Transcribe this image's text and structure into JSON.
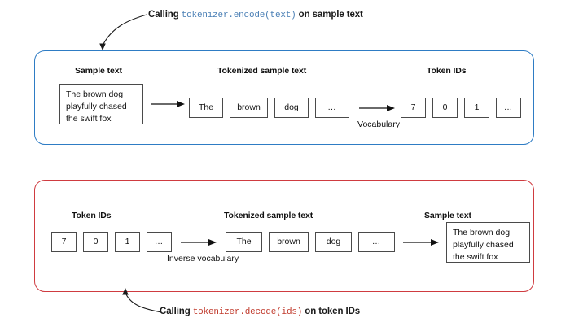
{
  "figure": {
    "title_encode_prefix": "Calling ",
    "title_encode_code": "tokenizer.encode(text)",
    "title_encode_suffix": " on sample text",
    "title_decode_prefix": "Calling ",
    "title_decode_code": "tokenizer.decode(ids)",
    "title_decode_suffix": " on token IDs",
    "colors": {
      "encode_panel_border": "#2e7cc4",
      "decode_panel_border": "#cf3b40",
      "encode_code_text": "#4a7fb5",
      "decode_code_text": "#c0392b",
      "box_border": "#4a4a4a",
      "text": "#111111"
    }
  },
  "encode_row": {
    "headings": {
      "sample_text": "Sample text",
      "tokenized": "Tokenized sample text",
      "token_ids": "Token IDs"
    },
    "sample_text_value": "The brown dog\nplayfully chased\nthe swift fox",
    "tokens": [
      "The",
      "brown",
      "dog",
      "…"
    ],
    "token_ids": [
      "7",
      "0",
      "1",
      "…"
    ],
    "mapping_label": "Vocabulary",
    "arrow_1": "arrow-right",
    "arrow_2": "arrow-right"
  },
  "decode_row": {
    "headings": {
      "token_ids": "Token IDs",
      "tokenized": "Tokenized sample text",
      "sample_text": "Sample text"
    },
    "token_ids": [
      "7",
      "0",
      "1",
      "…"
    ],
    "tokens": [
      "The",
      "brown",
      "dog",
      "…"
    ],
    "sample_text_value": "The brown dog\nplayfully chased\nthe swift fox",
    "mapping_label": "Inverse\nvocabulary",
    "arrow_1": "arrow-right",
    "arrow_2": "arrow-right"
  }
}
